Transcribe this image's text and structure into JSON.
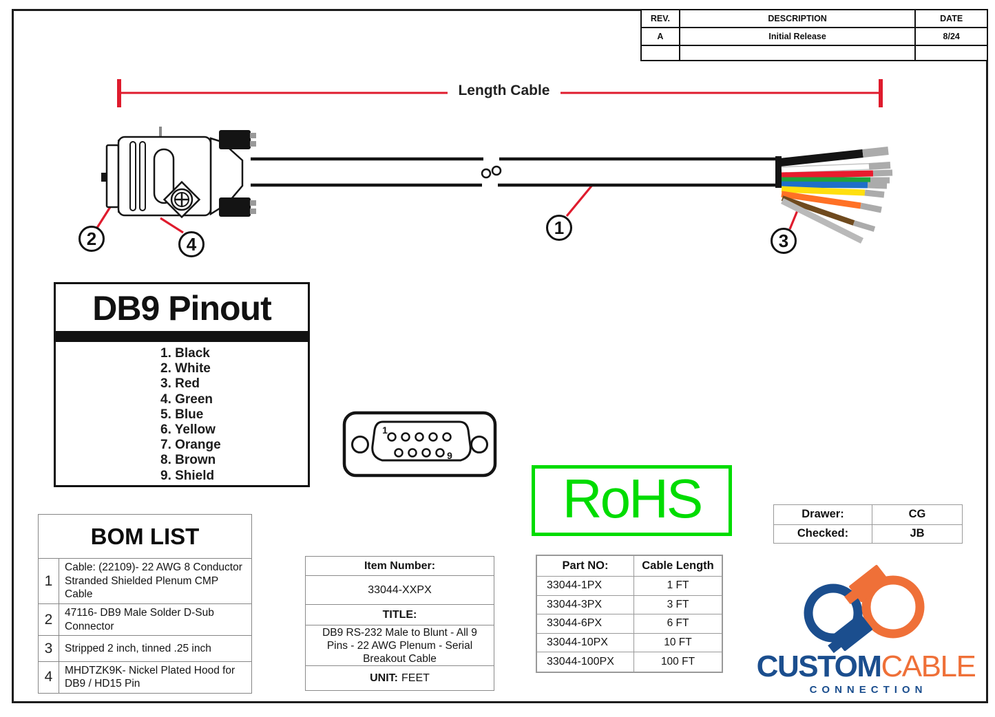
{
  "revision_table": {
    "headers": [
      "REV.",
      "DESCRIPTION",
      "DATE"
    ],
    "rows": [
      {
        "rev": "A",
        "description": "Initial Release",
        "date": "8/24"
      },
      {
        "rev": "",
        "description": "",
        "date": ""
      }
    ]
  },
  "dimension": {
    "label": "Length Cable",
    "line_color": "#df1b2d"
  },
  "callouts": [
    "1",
    "2",
    "3",
    "4"
  ],
  "pinout": {
    "title": "DB9 Pinout",
    "pins": [
      "1. Black",
      "2. White",
      "3. Red",
      "4. Green",
      "5. Blue",
      "6. Yellow",
      "7. Orange",
      "8. Brown",
      "9. Shield"
    ]
  },
  "connector_face": {
    "pin1": "1",
    "pin9": "9"
  },
  "cable": {
    "wires": [
      {
        "name": "black",
        "hex": "#141414"
      },
      {
        "name": "white",
        "hex": "#ffffff"
      },
      {
        "name": "red",
        "hex": "#e81b2e"
      },
      {
        "name": "green",
        "hex": "#1fa13c"
      },
      {
        "name": "blue",
        "hex": "#1e6fc9"
      },
      {
        "name": "yellow",
        "hex": "#ffdf0e"
      },
      {
        "name": "orange",
        "hex": "#ff7125"
      },
      {
        "name": "brown",
        "hex": "#6f4a1e"
      },
      {
        "name": "shield",
        "hex": "#b9b9b9"
      }
    ],
    "tinned_tip_hex": "#ababab"
  },
  "rohs": {
    "label": "RoHS",
    "color": "#00dc00"
  },
  "approval": {
    "rows": [
      {
        "label": "Drawer:",
        "value": "CG"
      },
      {
        "label": "Checked:",
        "value": "JB"
      }
    ]
  },
  "bom": {
    "title": "BOM LIST",
    "items": [
      {
        "no": "1",
        "desc": "Cable: (22109)- 22 AWG 8 Conductor Stranded Shielded Plenum CMP Cable"
      },
      {
        "no": "2",
        "desc": "47116- DB9 Male Solder D-Sub Connector"
      },
      {
        "no": "3",
        "desc": "Stripped 2 inch, tinned .25 inch"
      },
      {
        "no": "4",
        "desc": "MHDTZK9K- Nickel Plated Hood for DB9 / HD15 Pin"
      }
    ]
  },
  "item_info": {
    "item_number_label": "Item Number:",
    "item_number": "33044-XXPX",
    "title_label": "TITLE:",
    "title": "DB9 RS-232 Male to Blunt - All 9 Pins - 22 AWG Plenum - Serial Breakout Cable",
    "unit_label": "UNIT:",
    "unit": "FEET"
  },
  "part_table": {
    "headers": [
      "Part NO:",
      "Cable Length"
    ],
    "rows": [
      [
        "33044-1PX",
        "1 FT"
      ],
      [
        "33044-3PX",
        "3 FT"
      ],
      [
        "33044-6PX",
        "6 FT"
      ],
      [
        "33044-10PX",
        "10 FT"
      ],
      [
        "33044-100PX",
        "100 FT"
      ]
    ]
  },
  "logo": {
    "word1": "CUSTOM",
    "word2": "CABLE",
    "word3": "CONNECTION",
    "blue": "#1b4e8e",
    "orange": "#ef7038"
  }
}
